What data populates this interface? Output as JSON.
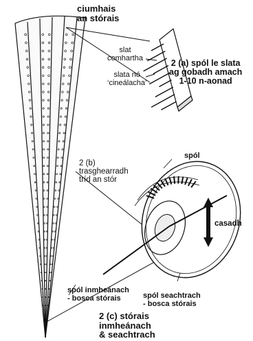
{
  "labels": {
    "storage_edge": "ciumhais\nan stórais",
    "signal_slat": "slat\ncomhartha",
    "value_slat": "slata nó\n‘cineálacha’",
    "spool_title": "2 (a) spól le slata\nag gobadh amach\n1-10 n-aonad",
    "section_title": "2 (b)\ntrasghearradh\ntríd an stór",
    "spool": "spól",
    "rotation": "casadh",
    "inner_spool": "spól inmheánach\n- bosca stórais",
    "outer_spool": "spól seachtrach\n- bosca stórais",
    "inner_outer_title": "2 (c) stórais\ninmheánach\n& seachtrach"
  },
  "colors": {
    "ink": "#111111",
    "paper": "#ffffff",
    "shade": "#dddddd"
  }
}
